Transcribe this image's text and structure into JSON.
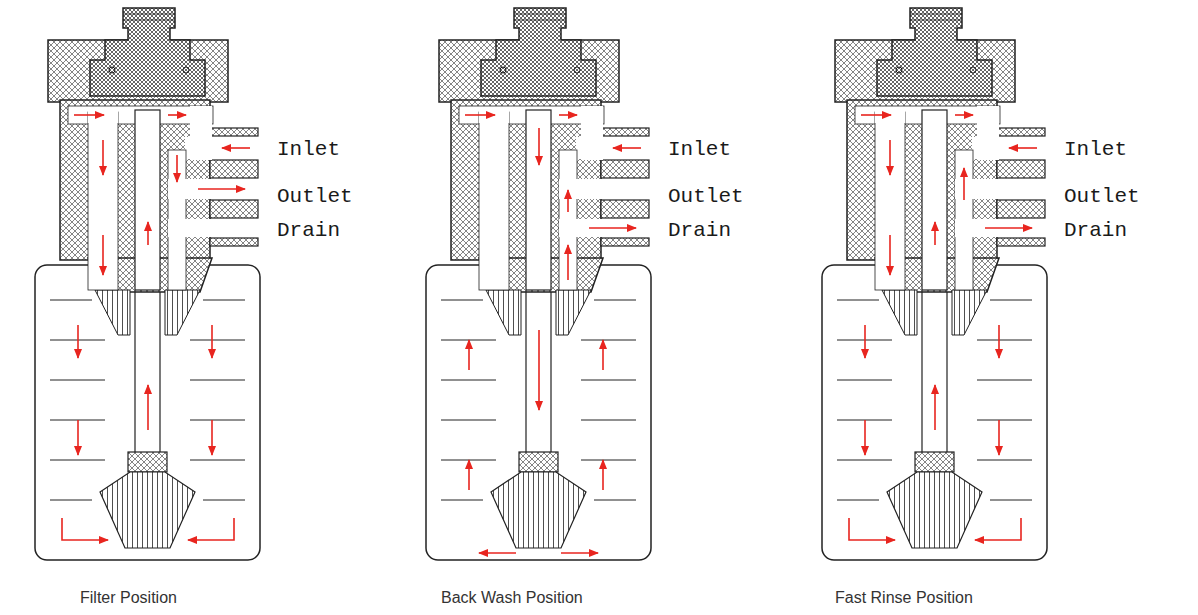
{
  "diagram": {
    "labels": [
      "Inlet",
      "Outlet",
      "Drain",
      "Filter Position",
      "Inlet",
      "Outlet",
      "Drain",
      "Back Wash Position",
      "Inlet",
      "Outlet",
      "Drain",
      "Fast Rinse Position"
    ]
  }
}
